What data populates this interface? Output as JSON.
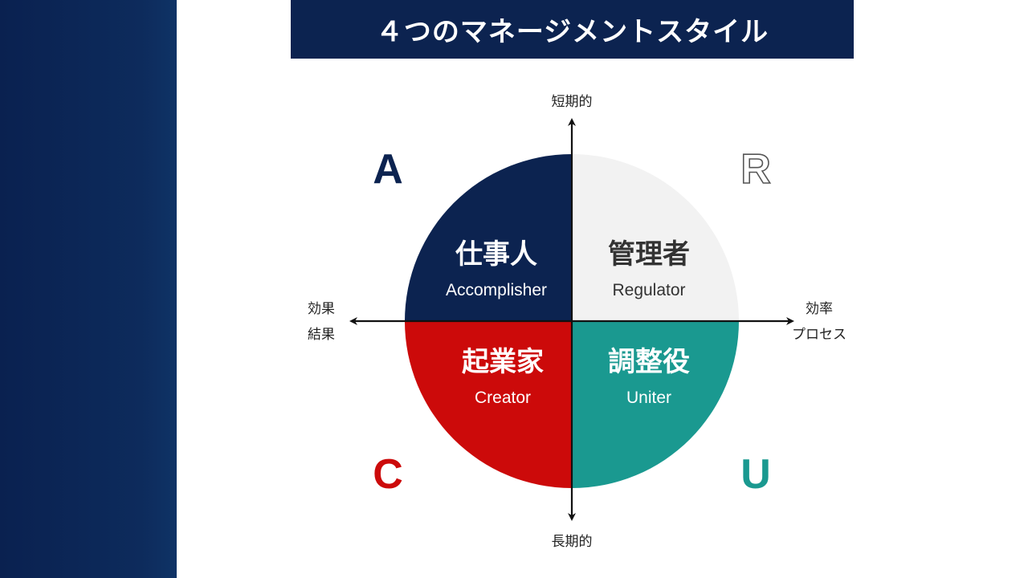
{
  "title": "４つのマネージメントスタイル",
  "axes": {
    "top": "短期的",
    "bottom": "長期的",
    "left_line1": "効果",
    "left_line2": "結果",
    "right_line1": "効率",
    "right_line2": "プロセス"
  },
  "quadrants": {
    "top_left": {
      "letter": "A",
      "name": "仕事人",
      "english": "Accomplisher",
      "color": "#0c2350",
      "letter_color": "#0c2350",
      "text_color": "#ffffff"
    },
    "top_right": {
      "letter": "R",
      "name": "管理者",
      "english": "Regulator",
      "color": "#f2f2f2",
      "letter_color": "#ffffff",
      "text_color": "#333333"
    },
    "bottom_left": {
      "letter": "C",
      "name": "起業家",
      "english": "Creator",
      "color": "#cc0a0a",
      "letter_color": "#cc0a0a",
      "text_color": "#ffffff"
    },
    "bottom_right": {
      "letter": "U",
      "name": "調整役",
      "english": "Uniter",
      "color": "#1a9990",
      "letter_color": "#1a9990",
      "text_color": "#ffffff"
    }
  }
}
